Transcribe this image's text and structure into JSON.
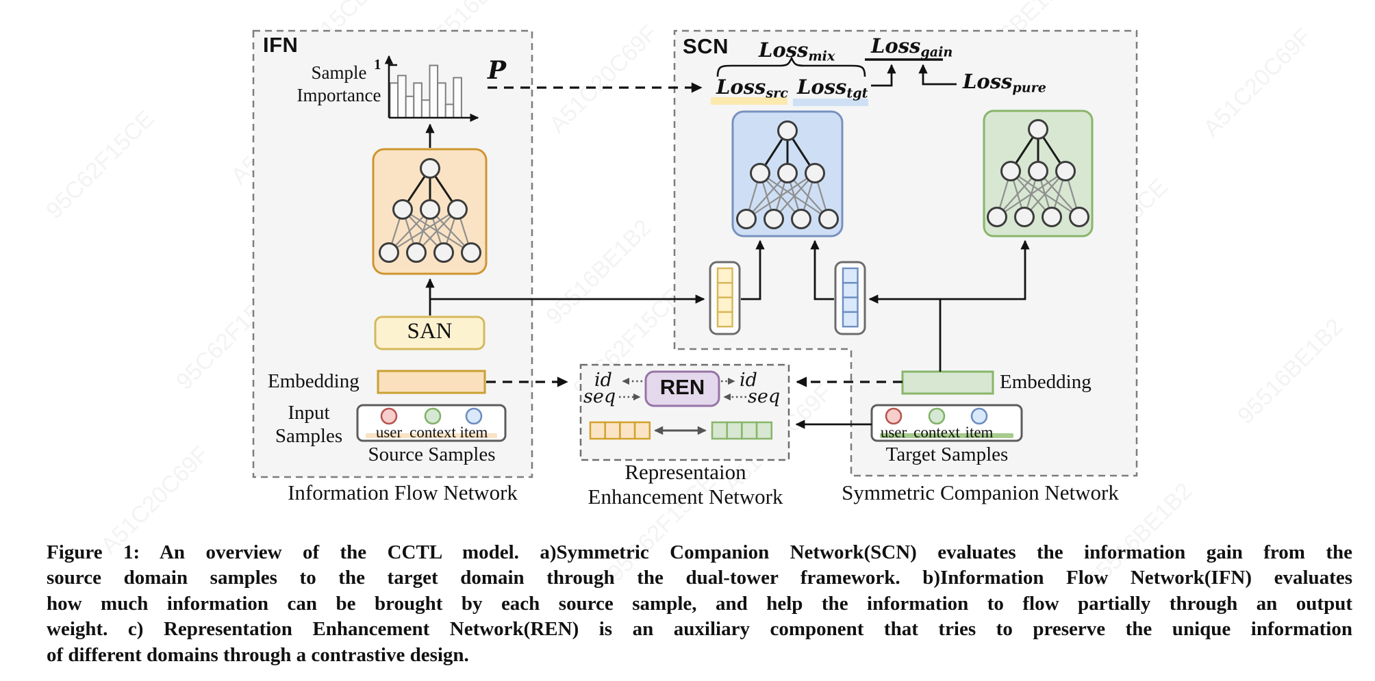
{
  "figure_caption": {
    "lines": [
      "Figure 1: An overview of the CCTL model. a)Symmetric Companion Network(SCN) evaluates the information gain from the",
      "source domain samples to the target domain through the dual-tower framework. b)Information Flow Network(IFN) evaluates",
      "how much information can be brought by each source sample, and help the information to flow partially through an output",
      "weight. c) Representation Enhancement Network(REN) is an auxiliary component that tries to preserve the unique information",
      "of different domains through a contrastive design."
    ]
  },
  "diagram": {
    "ifn": {
      "title": "IFN",
      "caption": "Information Flow Network",
      "sample_importance_line1": "Sample",
      "sample_importance_line2": "Importance",
      "histogram": {
        "tick_label": "1",
        "values": [
          0.65,
          0.79,
          0.4,
          0.65,
          0.33,
          0.98,
          0.65,
          0.25,
          0.75
        ]
      },
      "output_label": "P",
      "san_label": "SAN",
      "embedding_label": "Embedding",
      "input_label_line1": "Input",
      "input_label_line2": "Samples",
      "source_samples_label": "Source Samples"
    },
    "scn": {
      "title": "SCN",
      "caption": "Symmetric Companion Network",
      "loss_mix": {
        "base": "Loss",
        "sub": "mix"
      },
      "loss_src": {
        "base": "Loss",
        "sub": "src"
      },
      "loss_tgt": {
        "base": "Loss",
        "sub": "tgt"
      },
      "loss_gain": {
        "base": "Loss",
        "sub": "gain"
      },
      "loss_pure": {
        "base": "Loss",
        "sub": "pure"
      },
      "embedding_label": "Embedding",
      "target_samples_label": "Target Samples"
    },
    "ren": {
      "title": "REN",
      "caption_line1": "Representaion",
      "caption_line2": "Enhancement Network",
      "left_id": "id",
      "left_seq": "seq",
      "right_id": "id",
      "right_seq": "seq"
    },
    "samples_legend": [
      {
        "label": "user",
        "fill": "#F8CECC",
        "stroke": "#B85450"
      },
      {
        "label": "context",
        "fill": "#D5E8D4",
        "stroke": "#82B366"
      },
      {
        "label": "item",
        "fill": "#DAE8FC",
        "stroke": "#6C8EBF"
      }
    ],
    "network_layers": [
      1,
      3,
      4
    ],
    "embedding_cells": 4
  },
  "colors": {
    "panel_bg": "#F5F5F5",
    "dash_border": "#7C7C7C",
    "orange_net_fill": "#FAE3C4",
    "orange_net_stroke": "#CE9430",
    "yellow_fill": "#FDF2CF",
    "yellow_stroke": "#D3B95C",
    "blue_net_fill": "#CEDFF5",
    "blue_net_stroke": "#7791BE",
    "blue_cell_fill": "#DAE8FC",
    "blue_cell_stroke": "#6C8EBF",
    "green_fill": "#D7E7D1",
    "green_stroke": "#88B56A",
    "purple_fill": "#E4D8EC",
    "purple_stroke": "#9673A6",
    "embed_src_fill": "#FAE0BD",
    "embed_src_stroke": "#C9A032",
    "node_fill": "#F2F2F2",
    "node_stroke": "#3C3C3C",
    "loss_src_highlight": "#FCE9AE",
    "loss_tgt_highlight": "#CFE0F4"
  },
  "watermark": {
    "tokens": [
      "A51C20C69F",
      "95516BE1B2",
      "95C62F15CE"
    ]
  }
}
